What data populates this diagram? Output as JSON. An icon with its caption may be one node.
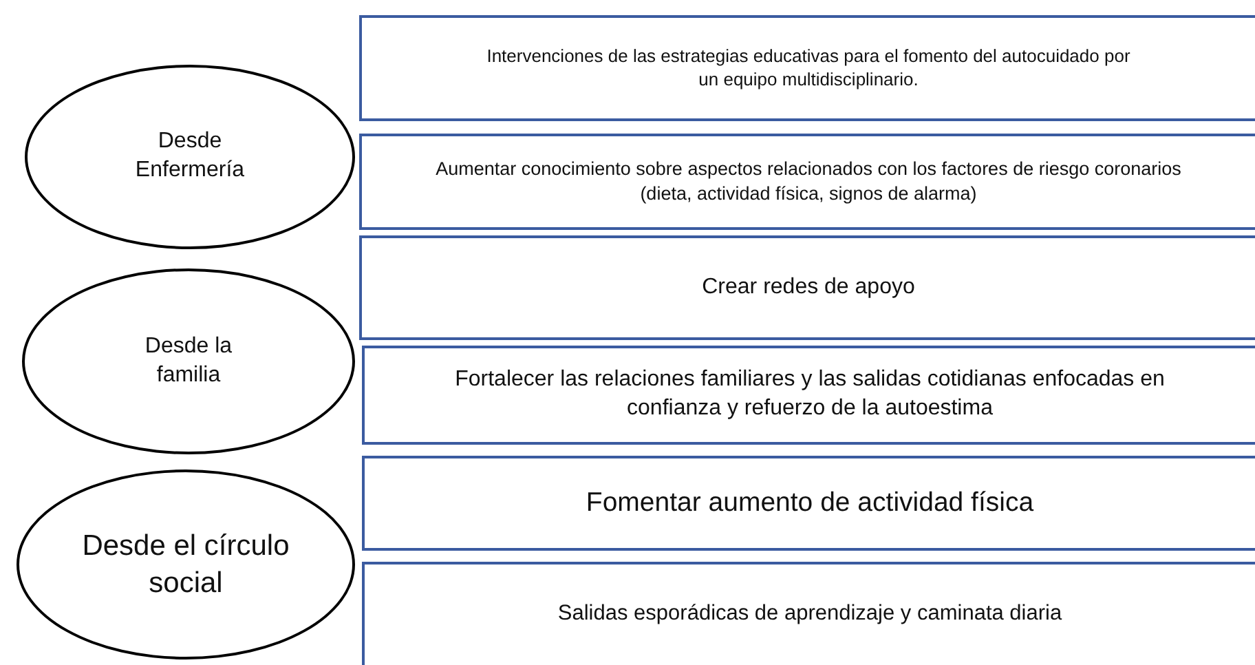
{
  "diagram": {
    "nodes": [
      {
        "text": [
          "Desde Enfermería"
        ]
      },
      {
        "text": [
          "Intervenciones de las estrategias educativas para el fomento del autocuidado por un equipo multidisciplinario."
        ]
      },
      {
        "text": [
          "Aumentar conocimiento sobre aspectos relacionados con los factores de riesgo coronarios (dieta, actividad física, signos de alarma)"
        ]
      },
      {
        "text": [
          "Desde la familia"
        ]
      },
      {
        "text": [
          "Crear redes de apoyo"
        ]
      },
      {
        "text": [
          "Fortalecer las relaciones familiares y las salidas cotidianas enfocadas en confianza y refuerzo de la autoestima"
        ]
      },
      {
        "text": [
          "Desde el círculo social"
        ]
      },
      {
        "text": [
          "Fomentar aumento de actividad física"
        ]
      },
      {
        "text": [
          "Salidas esporádicas de aprendizaje y caminata diaria"
        ]
      }
    ]
  }
}
